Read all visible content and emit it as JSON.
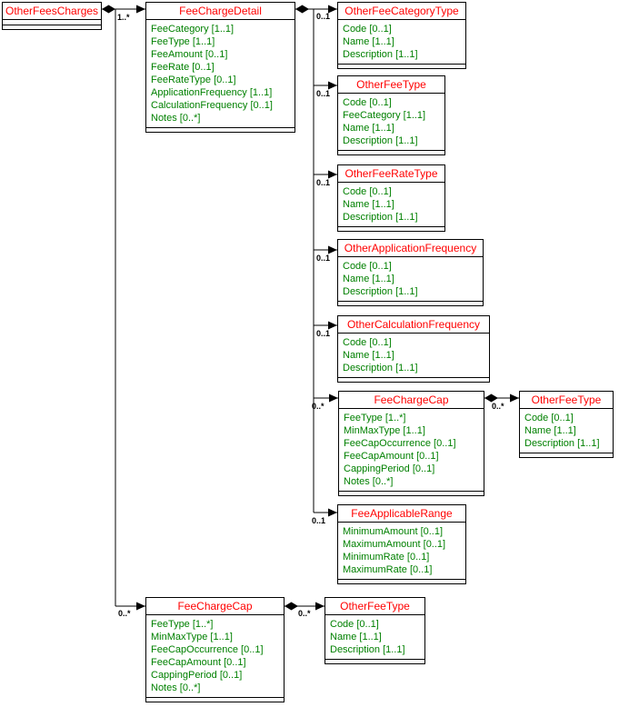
{
  "colors": {
    "entity_title": "#ff0000",
    "entity_field": "#008000",
    "connector": "#000000",
    "entity_border": "#000000",
    "background": "#ffffff"
  },
  "diagram": {
    "entities": [
      {
        "title": "OtherFeesCharges",
        "fields": []
      },
      {
        "title": "FeeChargeDetail",
        "fields": [
          "FeeCategory [1..1]",
          "FeeType [1..1]",
          "FeeAmount [0..1]",
          "FeeRate [0..1]",
          "FeeRateType [0..1]",
          "ApplicationFrequency [1..1]",
          "CalculationFrequency [0..1]",
          "Notes [0..*]"
        ]
      },
      {
        "title": "OtherFeeCategoryType",
        "fields": [
          "Code [0..1]",
          "Name [1..1]",
          "Description [1..1]"
        ]
      },
      {
        "title": "OtherFeeType",
        "fields": [
          "Code [0..1]",
          "FeeCategory [1..1]",
          "Name [1..1]",
          "Description [1..1]"
        ]
      },
      {
        "title": "OtherFeeRateType",
        "fields": [
          "Code [0..1]",
          "Name [1..1]",
          "Description [1..1]"
        ]
      },
      {
        "title": "OtherApplicationFrequency",
        "fields": [
          "Code [0..1]",
          "Name [1..1]",
          "Description [1..1]"
        ]
      },
      {
        "title": "OtherCalculationFrequency",
        "fields": [
          "Code [0..1]",
          "Name [1..1]",
          "Description [1..1]"
        ]
      },
      {
        "title": "FeeChargeCap",
        "fields": [
          "FeeType [1..*]",
          "MinMaxType [1..1]",
          "FeeCapOccurrence [0..1]",
          "FeeCapAmount [0..1]",
          "CappingPeriod [0..1]",
          "Notes [0..*]"
        ]
      },
      {
        "title": "OtherFeeType",
        "fields": [
          "Code [0..1]",
          "Name [1..1]",
          "Description [1..1]"
        ]
      },
      {
        "title": "FeeApplicableRange",
        "fields": [
          "MinimumAmount [0..1]",
          "MaximumAmount [0..1]",
          "MinimumRate [0..1]",
          "MaximumRate [0..1]"
        ]
      },
      {
        "title": "FeeChargeCap",
        "fields": [
          "FeeType [1..*]",
          "MinMaxType [1..1]",
          "FeeCapOccurrence [0..1]",
          "FeeCapAmount [0..1]",
          "CappingPeriod [0..1]",
          "Notes [0..*]"
        ]
      },
      {
        "title": "OtherFeeType",
        "fields": [
          "Code [0..1]",
          "Name [1..1]",
          "Description [1..1]"
        ]
      }
    ],
    "relationships": [
      {
        "from": "OtherFeesCharges",
        "to": "FeeChargeDetail",
        "multiplicity": "1..*"
      },
      {
        "from": "OtherFeesCharges",
        "to": "FeeChargeCap",
        "multiplicity": "0..*"
      },
      {
        "from": "FeeChargeDetail",
        "to": "OtherFeeCategoryType",
        "multiplicity": "0..1"
      },
      {
        "from": "FeeChargeDetail",
        "to": "OtherFeeType",
        "multiplicity": "0..1"
      },
      {
        "from": "FeeChargeDetail",
        "to": "OtherFeeRateType",
        "multiplicity": "0..1"
      },
      {
        "from": "FeeChargeDetail",
        "to": "OtherApplicationFrequency",
        "multiplicity": "0..1"
      },
      {
        "from": "FeeChargeDetail",
        "to": "OtherCalculationFrequency",
        "multiplicity": "0..1"
      },
      {
        "from": "FeeChargeDetail",
        "to": "FeeChargeCap",
        "multiplicity": "0..*"
      },
      {
        "from": "FeeChargeDetail",
        "to": "FeeApplicableRange",
        "multiplicity": "0..1"
      },
      {
        "from": "FeeChargeCap",
        "to": "OtherFeeType",
        "multiplicity": "0..*"
      },
      {
        "from": "FeeChargeCap",
        "to": "OtherFeeType",
        "multiplicity": "0..*"
      }
    ]
  }
}
